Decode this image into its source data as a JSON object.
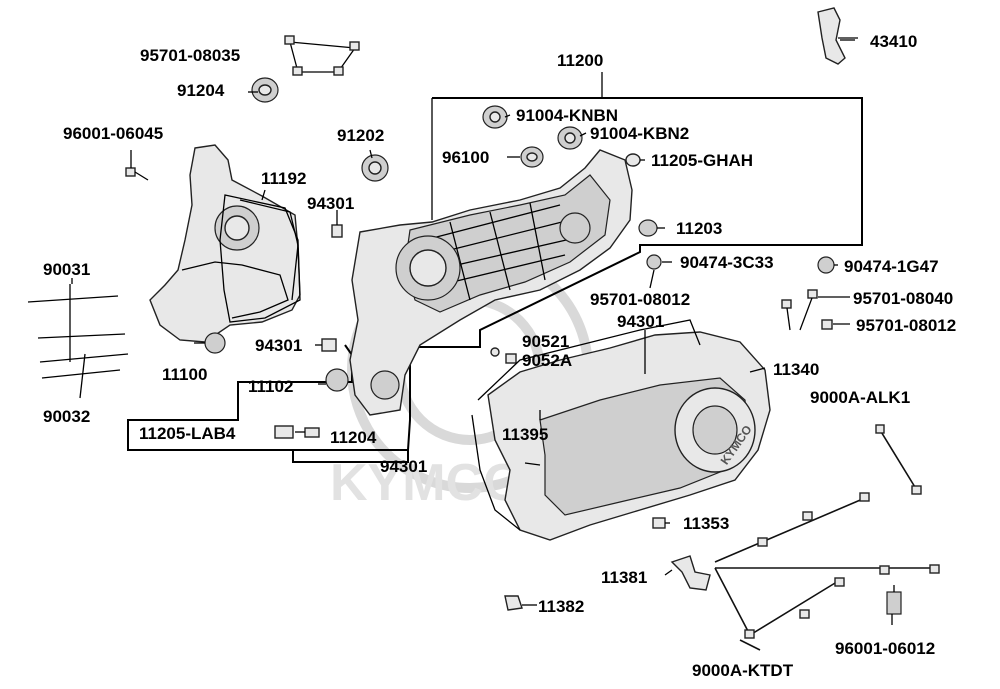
{
  "diagram": {
    "watermark_text": "KYMCO",
    "cover_logo_text": "KYMCO",
    "labels": {
      "p95701_08035": "95701-08035",
      "p91204": "91204",
      "p96001_06045": "96001-06045",
      "p91202": "91202",
      "p11200": "11200",
      "p91004_knbn": "91004-KNBN",
      "p91004_kbn2": "91004-KBN2",
      "p96100": "96100",
      "p11205_ghah": "11205-GHAH",
      "p43410": "43410",
      "p11192": "11192",
      "p94301_a": "94301",
      "p11203": "11203",
      "p90474_3c33": "90474-3C33",
      "p90474_1g47": "90474-1G47",
      "p90031": "90031",
      "p95701_08012_a": "95701-08012",
      "p95701_08040": "95701-08040",
      "p94301_b": "94301",
      "p95701_08012_b": "95701-08012",
      "p90521": "90521",
      "p9052a": "9052A",
      "p94301_c": "94301",
      "p11100": "11100",
      "p11340": "11340",
      "p11102": "11102",
      "p9000a_alk1": "9000A-ALK1",
      "p11395": "11395",
      "p90032": "90032",
      "p11205_lab4": "11205-LAB4",
      "p11204": "11204",
      "p94301_d": "94301",
      "p11353": "11353",
      "p11381": "11381",
      "p11382": "11382",
      "p96001_06012": "96001-06012",
      "p9000a_ktdt": "9000A-KTDT"
    }
  }
}
